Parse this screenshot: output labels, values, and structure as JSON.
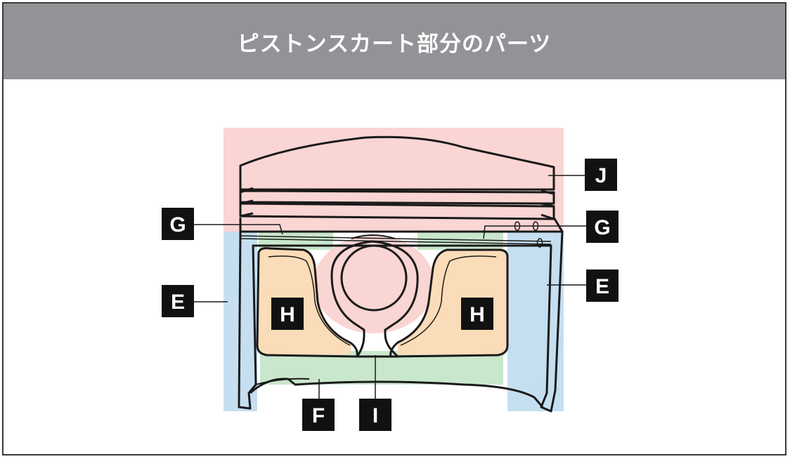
{
  "header": {
    "title": "ピストンスカート部分のパーツ"
  },
  "labels": {
    "j": "J",
    "g_left": "G",
    "g_right": "G",
    "e_left": "E",
    "e_right": "E",
    "h_left": "H",
    "h_right": "H",
    "f": "F",
    "i": "I"
  },
  "colors": {
    "header_bg": "#929396",
    "zone_j": "#f9d5d3",
    "zone_e": "#c5dff0",
    "zone_g_f": "#c9e7cc",
    "zone_h": "#fbdcb8",
    "zone_i": "#f9d5d3",
    "label_bg": "#111111",
    "outline": "#1a1a1a"
  }
}
